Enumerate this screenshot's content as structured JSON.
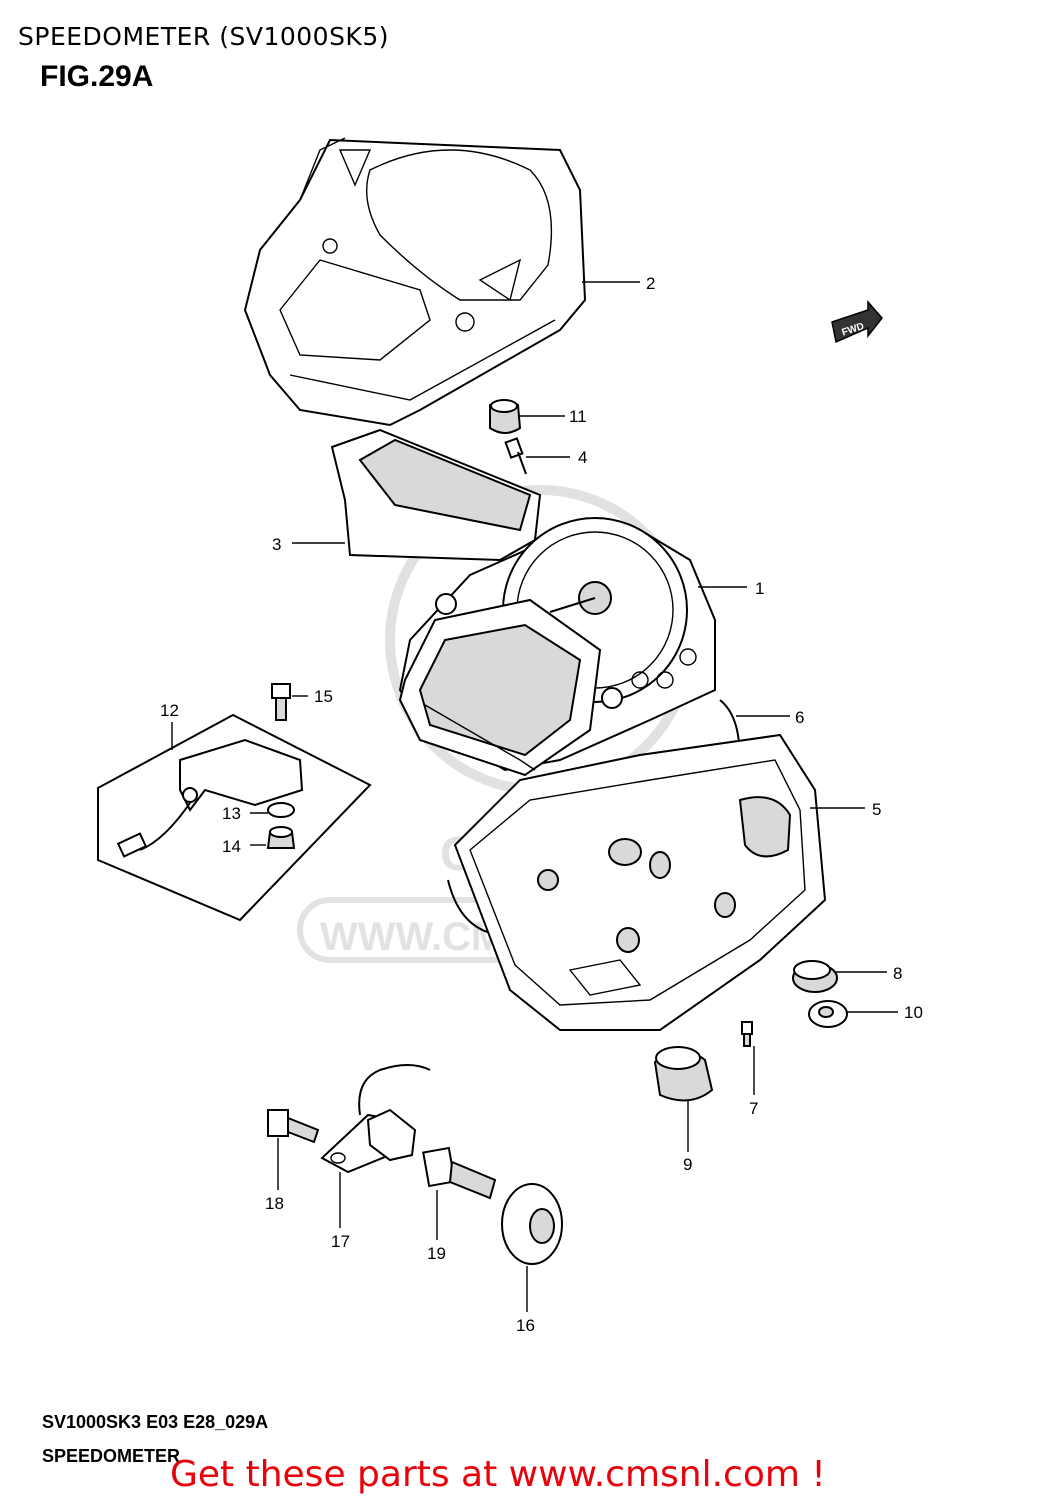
{
  "header": {
    "title": "SPEEDOMETER (SV1000SK5)",
    "figure": "FIG.29A"
  },
  "footer": {
    "code": "SV1000SK3 E03 E28_029A",
    "name": "SPEEDOMETER",
    "promo": "Get these parts at www.cmsnl.com !"
  },
  "watermark": {
    "text": "WWW.CMSNL.COM",
    "logo": "CMS"
  },
  "fwd_badge": "FWD",
  "part_labels": [
    "1",
    "2",
    "3",
    "4",
    "5",
    "6",
    "7",
    "8",
    "9",
    "10",
    "11",
    "12",
    "13",
    "14",
    "15",
    "16",
    "17",
    "18",
    "19"
  ]
}
